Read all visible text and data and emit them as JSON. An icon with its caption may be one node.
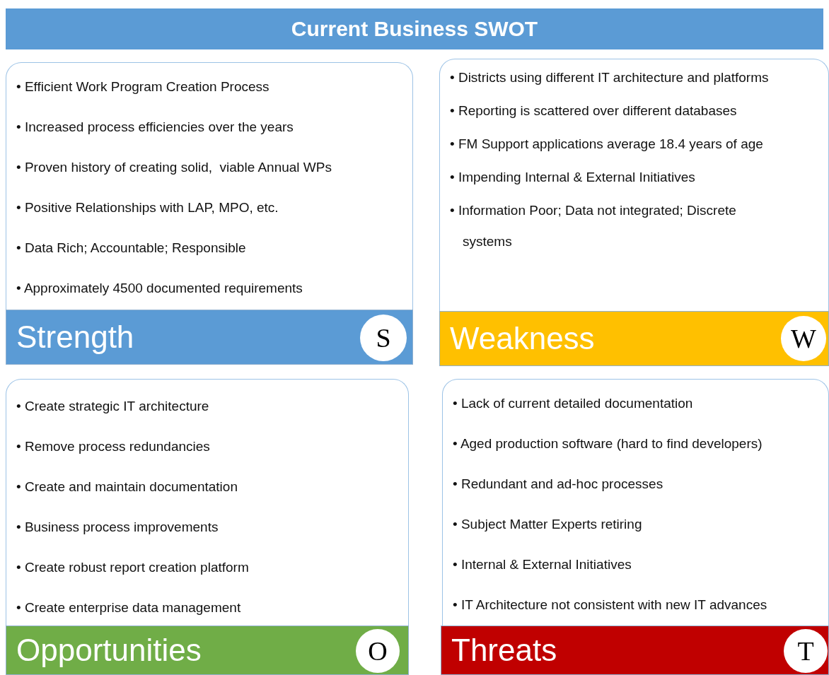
{
  "diagram": {
    "title": "Current Business SWOT",
    "nodes": [
      {
        "text": [
          "• Efficient Work Program Creation Process",
          "• Increased process efficiencies over the years",
          "• Proven history of creating solid,  viable Annual WPs",
          "• Positive Relationships with LAP, MPO, etc.",
          "• Data Rich; Accountable; Responsible",
          "• Approximately 4500 documented requirements"
        ]
      },
      {
        "text": [
          "Strength"
        ]
      },
      {
        "text": [
          "S"
        ],
        "in": 1
      },
      {
        "text": [
          "• Districts using different IT architecture and platforms",
          "• Reporting is scattered over different databases",
          "• FM Support applications average 18.4 years of age",
          "• Impending Internal & External Initiatives",
          "• Information Poor; Data not integrated; Discrete systems"
        ]
      },
      {
        "text": [
          "Weakness"
        ]
      },
      {
        "text": [
          "W"
        ],
        "in": 4
      },
      {
        "text": [
          "• Create strategic IT architecture",
          "• Remove process redundancies",
          "• Create and maintain documentation",
          "• Business process improvements",
          "• Create robust report creation platform",
          "• Create enterprise data management"
        ]
      },
      {
        "text": [
          "Opportunities"
        ]
      },
      {
        "text": [
          "O"
        ],
        "in": 7
      },
      {
        "text": [
          "• Lack of current detailed documentation",
          "• Aged production software (hard to find developers)",
          "• Redundant and ad-hoc processes",
          "• Subject Matter Experts retiring",
          "• Internal & External Initiatives",
          "• IT Architecture not consistent with new IT advances"
        ]
      },
      {
        "text": [
          "Threats"
        ]
      },
      {
        "text": [
          "T"
        ],
        "in": 10
      }
    ]
  }
}
